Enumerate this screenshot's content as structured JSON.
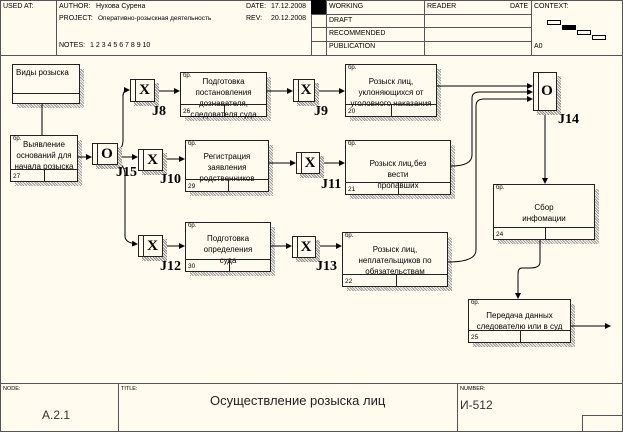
{
  "header": {
    "used_at": "USED AT:",
    "author_label": "AUTHOR:",
    "author": "Нухова Сурена",
    "project_label": "PROJECT:",
    "project": "Оперативно-розыскная деятельность",
    "notes_label": "NOTES:",
    "notes": "1 2 3 4 5 6 7 8 9 10",
    "date_label": "DATE:",
    "date": "17.12.2008",
    "rev_label": "REV:",
    "rev": "20.12.2008",
    "status": [
      "WORKING",
      "DRAFT",
      "RECOMMENDED",
      "PUBLICATION"
    ],
    "reader": "READER",
    "reader_date": "DATE",
    "context": "CONTEXT:",
    "context_node": "A0"
  },
  "boxes": {
    "b_vidy": {
      "text": "Виды розыска"
    },
    "b27": {
      "text": "Выявление оснований для начала розыска",
      "num": "27",
      "bp": "бр."
    },
    "b26": {
      "text": "Подготовка постановления дознавателя, следователя,суда",
      "num": "26",
      "bp": "бр."
    },
    "b20": {
      "text": "Розыск лиц, уклоняющихся от уголовного наказания",
      "num": "20",
      "bp": "бр."
    },
    "b29": {
      "text": "Регистрация заявления родственников",
      "num": "29",
      "bp": "бр."
    },
    "b21": {
      "text": "Розыск лиц,без вести пропавших",
      "num": "21",
      "bp": "бр."
    },
    "b30": {
      "text": "Подготовка определения суда",
      "num": "30",
      "bp": "бр."
    },
    "b22": {
      "text": "Розыск лиц, неплательщиков по обязательствам",
      "num": "22",
      "bp": "бр."
    },
    "b24": {
      "text": "Сбор инфомации",
      "num": "24",
      "bp": "бр."
    },
    "b25": {
      "text": "Передача данных следователю или в суд",
      "num": "25",
      "bp": "бр."
    }
  },
  "junctions": {
    "j15": {
      "type": "O",
      "label": "J15"
    },
    "j8": {
      "type": "X",
      "label": "J8"
    },
    "j9": {
      "type": "X",
      "label": "J9"
    },
    "j10": {
      "type": "X",
      "label": "J10"
    },
    "j11": {
      "type": "X",
      "label": "J11"
    },
    "j12": {
      "type": "X",
      "label": "J12"
    },
    "j13": {
      "type": "X",
      "label": "J13"
    },
    "j14": {
      "type": "O",
      "label": "J14"
    }
  },
  "footer": {
    "node_label": "NODE:",
    "node": "A.2.1",
    "title_label": "TITLE:",
    "title": "Осуществление розыска лиц",
    "number_label": "NUMBER:",
    "number": "И-512"
  }
}
